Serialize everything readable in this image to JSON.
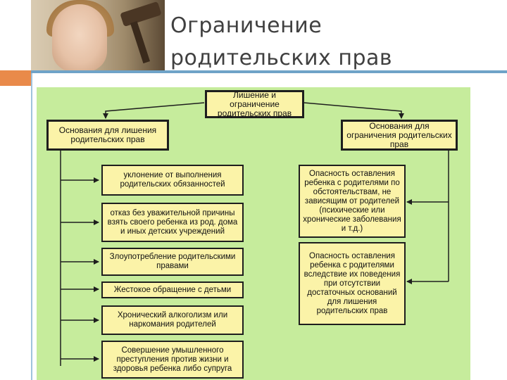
{
  "slide": {
    "title_line1": "Ограничение",
    "title_line2": "родительских прав"
  },
  "diagram": {
    "root": "Лишение и ограничение родительских прав",
    "left_header": "Основания для лишения родительских прав",
    "right_header": "Основания для ограничения родительских прав",
    "left_items": [
      "уклонение от выполнения родительских обязанностей",
      "отказ без уважительной причины взять своего ребенка из род. дома и иных детских учреждений",
      "Злоупотребление родительскими правами",
      "Жестокое обращение с детьми",
      "Хронический алкоголизм или наркомания родителей",
      "Совершение умышленного преступления против жизни и здоровья ребенка либо супруга"
    ],
    "right_items": [
      "Опасность оставления ребенка с родителями по обстоятельствам, не зависящим от родителей (психические или хронические заболевания и т.д.)",
      "Опасность оставления ребенка с родителями вследствие их поведения при отсутствии достаточных оснований для лишения родительских прав"
    ]
  },
  "colors": {
    "panel": "#c6ec9c",
    "box": "#fbf3a8",
    "accent": "#e98a4a",
    "rule": "#6fa3c8"
  }
}
